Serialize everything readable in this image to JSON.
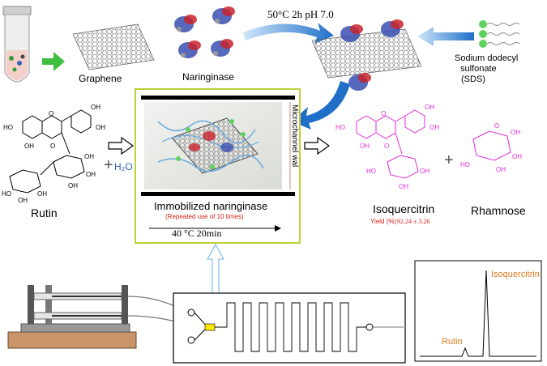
{
  "top": {
    "graphene": "Graphene",
    "naringinase": "Naringinase",
    "condition": "50°C 2h pH 7.0",
    "sds": [
      "Sodium dodecyl",
      "sulfonate",
      "(SDS)"
    ]
  },
  "reaction": {
    "rutin": "Rutin",
    "water": "H₂O",
    "isoquercitrin": "Isoquercitrin",
    "rhamnose": "Rhamnose",
    "yield_label": "Yield (%)",
    "yield_value": "92.24 ± 3.26",
    "microchannel": "Microchannel wal",
    "immobilized": "Immobilized naringinase",
    "repeated": "(Repeated use of 10 times)",
    "time_temp": "40 °C 20min"
  },
  "chromatogram": {
    "peak1_label": "Rutin",
    "peak2_label": "Isoquercitrin"
  },
  "colors": {
    "magenta": "#e22ad8",
    "blue_arrow": "#2f7fd0",
    "yellow_green_border": "#bfcf3a",
    "orange_label": "#e07a1f"
  }
}
